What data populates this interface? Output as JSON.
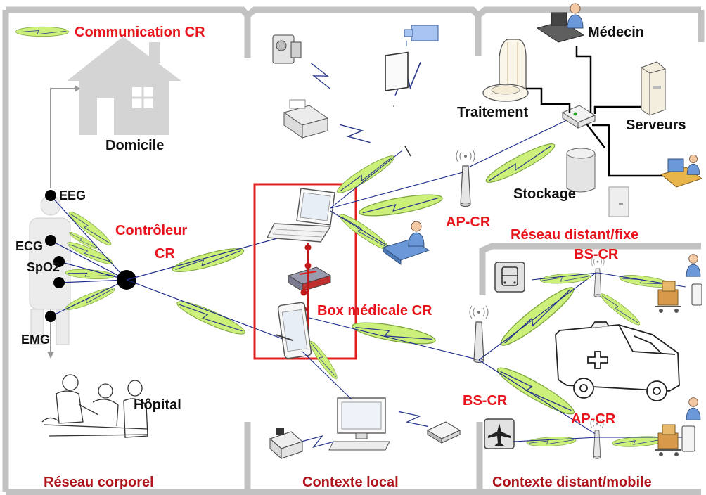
{
  "legend": {
    "label": "Communication CR"
  },
  "zones": {
    "body_network": "Réseau corporel",
    "local_context": "Contexte local",
    "remote_mobile": "Contexte distant/mobile",
    "remote_fixed": "Réseau distant/fixe"
  },
  "places": {
    "home": "Domicile",
    "hospital": "Hôpital"
  },
  "sensors": {
    "eeg": "EEG",
    "ecg": "ECG",
    "spo2": "SpO2",
    "emg": "EMG"
  },
  "controller": {
    "line1": "Contrôleur",
    "line2": "CR"
  },
  "medical_box": "Box médicale CR",
  "remote": {
    "doctor": "Médecin",
    "processing": "Traitement",
    "servers": "Serveurs",
    "storage": "Stockage",
    "ap_cr_fixed": "AP-CR",
    "bs_cr_top": "BS-CR",
    "bs_cr_bottom": "BS-CR",
    "ap_cr_mobile": "AP-CR"
  },
  "colors": {
    "link_fill": "#ccf07a",
    "link_stroke": "#7aa33a",
    "accent_red": "#e8141c",
    "zone_border": "#c2c2c2",
    "wire": "#1b2a8a"
  }
}
